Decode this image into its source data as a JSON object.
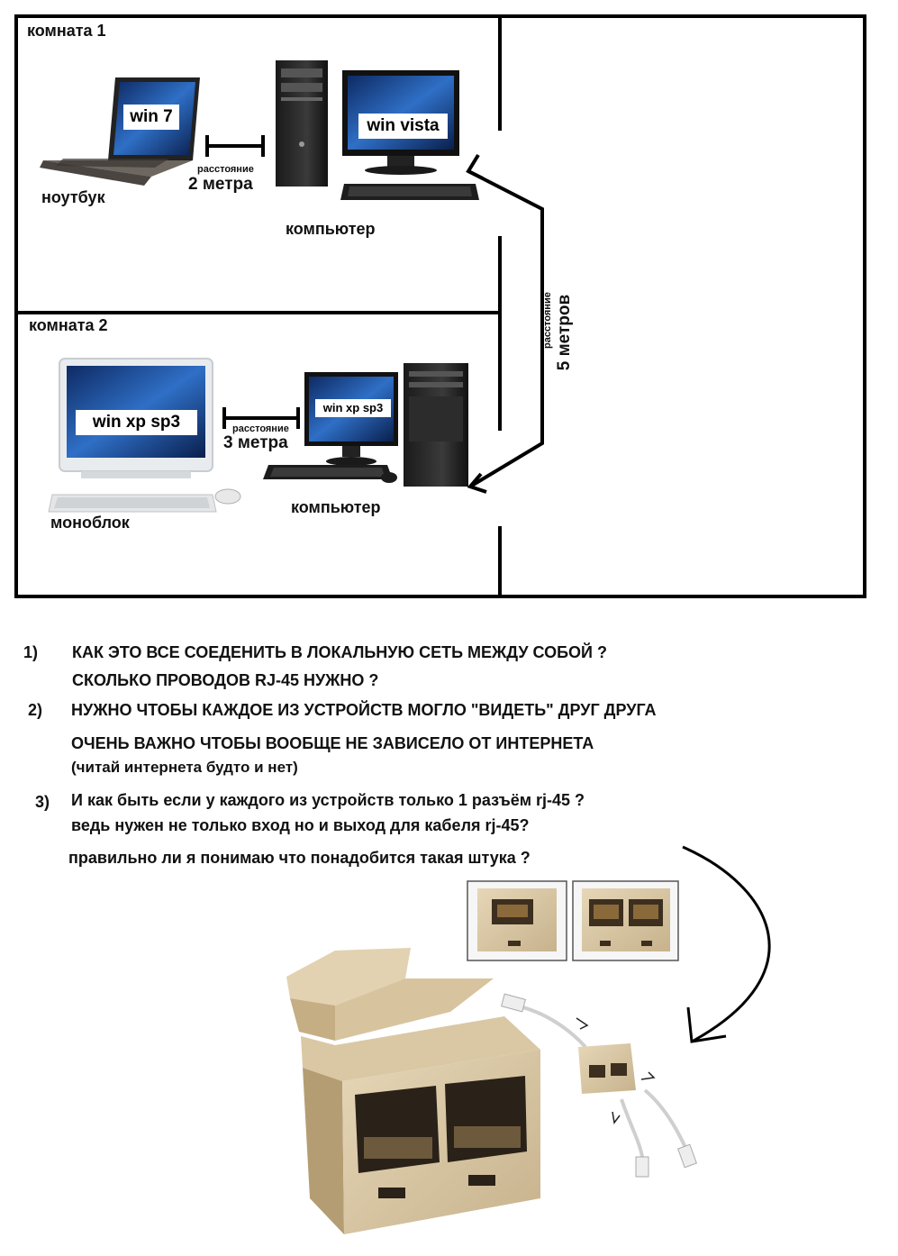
{
  "floorplan": {
    "room1_label": "комната 1",
    "room2_label": "комната 2"
  },
  "devices": {
    "laptop": {
      "os": "win 7",
      "caption": "ноутбук"
    },
    "pc1": {
      "os": "win vista",
      "caption": "компьютер"
    },
    "monoblock": {
      "os": "win xp sp3",
      "caption": "моноблок"
    },
    "pc2": {
      "os": "win xp sp3",
      "caption": "компьютер"
    }
  },
  "distances": {
    "room1": {
      "word": "расстояние",
      "value": "2 метра"
    },
    "room2": {
      "word": "расстояние",
      "value": "3 метра"
    },
    "between_rooms": {
      "word": "расстояние",
      "value": "5 метров"
    }
  },
  "questions": {
    "n1": "1)",
    "q1_line1": "КАК ЭТО ВСЕ СОЕДЕНИТЬ В ЛОКАЛЬНУЮ СЕТЬ МЕЖДУ СОБОЙ ?",
    "q1_line2": "СКОЛЬКО ПРОВОДОВ RJ-45 НУЖНО ?",
    "n2": "2)",
    "q2_line1": "НУЖНО ЧТОБЫ КАЖДОЕ ИЗ УСТРОЙСТВ МОГЛО \"ВИДЕТЬ\" ДРУГ ДРУГА",
    "q2_line2": "ОЧЕНЬ ВАЖНО ЧТОБЫ ВООБЩЕ НЕ ЗАВИСЕЛО ОТ ИНТЕРНЕТА",
    "q2_line3": "(читай интернета будто и  нет)",
    "n3": "3)",
    "q3_line1": "И как быть если у каждого из устройств только 1 разъём rj-45 ?",
    "q3_line2": "ведь нужен не только вход но и выход  для кабеля rj-45?",
    "q3_line3": "правильно ли я  понимаю что понадобится такая штука ?"
  },
  "colors": {
    "wall": "#000000",
    "adapter_beige": "#d8c7a6",
    "adapter_shadow": "#b8a27c",
    "screen_blue": "#1c4f9c"
  }
}
